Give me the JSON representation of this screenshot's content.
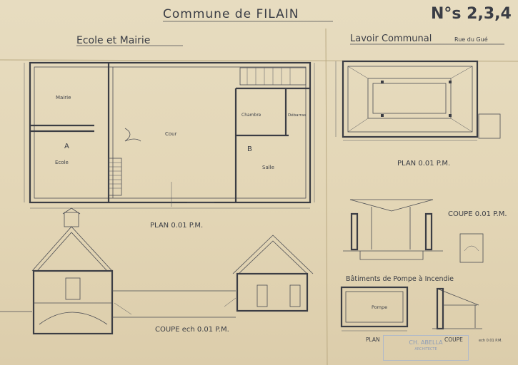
{
  "title": "Commune de FILAIN",
  "sheet_number": "N°s 2,3,4",
  "school": {
    "heading": "Ecole et Mairie",
    "rooms": {
      "mairie": "Mairie",
      "ecole": "Ecole",
      "cour": "Cour",
      "chambre": "Chambre",
      "debarras": "Débarras",
      "salle": "Salle",
      "label_a": "A",
      "label_b": "B"
    },
    "plan_caption": "PLAN 0.01 P.M.",
    "coupe_caption": "COUPE ech 0.01 P.M."
  },
  "lavoir": {
    "heading": "Lavoir Communal",
    "street": "Rue du Gué",
    "plan_caption": "PLAN 0.01 P.M.",
    "coupe_caption": "COUPE 0.01 P.M."
  },
  "pompe": {
    "heading": "Bâtiments de Pompe à Incendie",
    "room": "Pompe",
    "captions": [
      "PLAN",
      "COUPE"
    ],
    "scale": "ech 0.01 P.M."
  },
  "stamp": {
    "name": "CH. ABELLA",
    "role": "ARCHITECTE"
  },
  "colors": {
    "paper": "#e5d9bc",
    "ink": "#3b3d44",
    "stamp": "#7f93b8"
  }
}
